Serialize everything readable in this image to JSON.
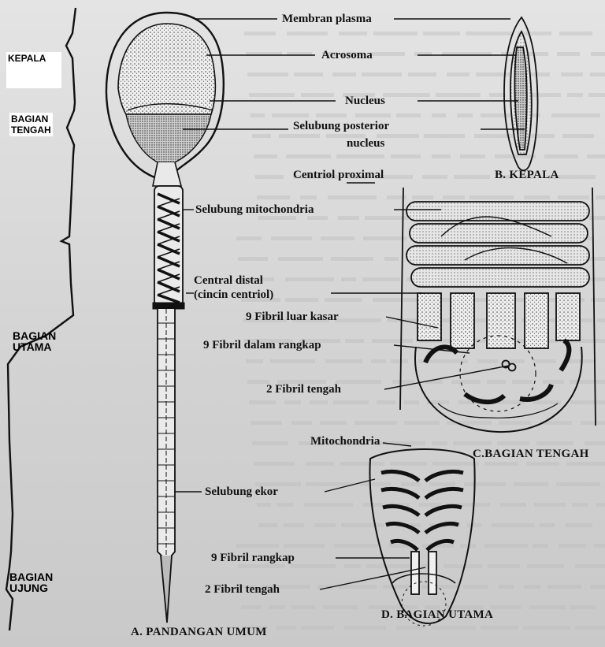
{
  "side_labels": {
    "kepala": "KEPALA",
    "bagian_tengah": "BAGIAN\nTENGAH",
    "bagian_utama": "BAGIAN\nUTAMA",
    "bagian_ujung": "BAGIAN\nUJUNG"
  },
  "labels": {
    "membran_plasma": "Membran plasma",
    "acrosoma": "Acrosoma",
    "nucleus": "Nucleus",
    "selubung_posterior_1": "Selubung posterior",
    "selubung_posterior_2": "nucleus",
    "centriol_proximal": "Centriol proximal",
    "selubung_mitochondria": "Selubung mitochondria",
    "central_distal_1": "Central distal",
    "central_distal_2": "(cincin centriol)",
    "fibril_luar_kasar": "9 Fibril luar kasar",
    "fibril_dalam_rangkap": "9 Fibril dalam rangkap",
    "fibril_tengah": "2  Fibril tengah",
    "mitochondria": "Mitochondria",
    "selubung_ekor": "Selubung ekor",
    "fibril_rangkap": "9  Fibril rangkap",
    "fibril_tengah_2": "2 Fibril tengah"
  },
  "captions": {
    "a": "A.   PANDANGAN UMUM",
    "b": "B.  KEPALA",
    "c": "C.BAGIAN TENGAH",
    "d": "D.       BAGIAN UTAMA"
  },
  "colors": {
    "ink": "#111111",
    "paper": "#dcdcdc",
    "highlight": "#ffffff"
  }
}
